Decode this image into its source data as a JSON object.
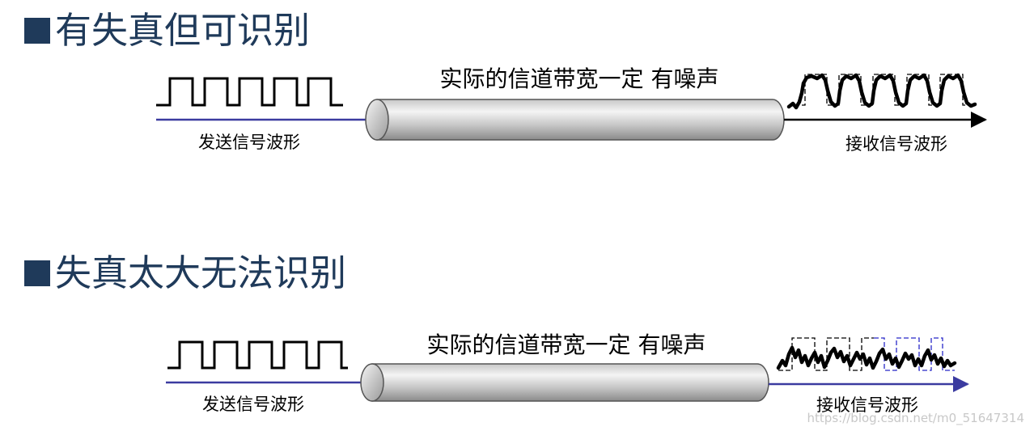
{
  "headings": [
    {
      "text": "有失真但可识别"
    },
    {
      "text": "失真太大无法识别"
    }
  ],
  "panels": [
    {
      "channel_label": "实际的信道带宽一定 有噪声",
      "send_label": "发送信号波形",
      "receive_label": "接收信号波形"
    },
    {
      "channel_label": "实际的信道带宽一定 有噪声",
      "send_label": "发送信号波形",
      "receive_label": "接收信号波形"
    }
  ],
  "watermark": "https://blog.csdn.net/m0_51647314",
  "colors": {
    "heading": "#1f3a5a",
    "arrow": "#3b3ba0",
    "waveform": "#000000",
    "dash_outline_1": "#000000",
    "dash_outline_2": "#2828c8",
    "cylinder_light": "#f4f4f4",
    "cylinder_dark": "#8a8a8a"
  }
}
